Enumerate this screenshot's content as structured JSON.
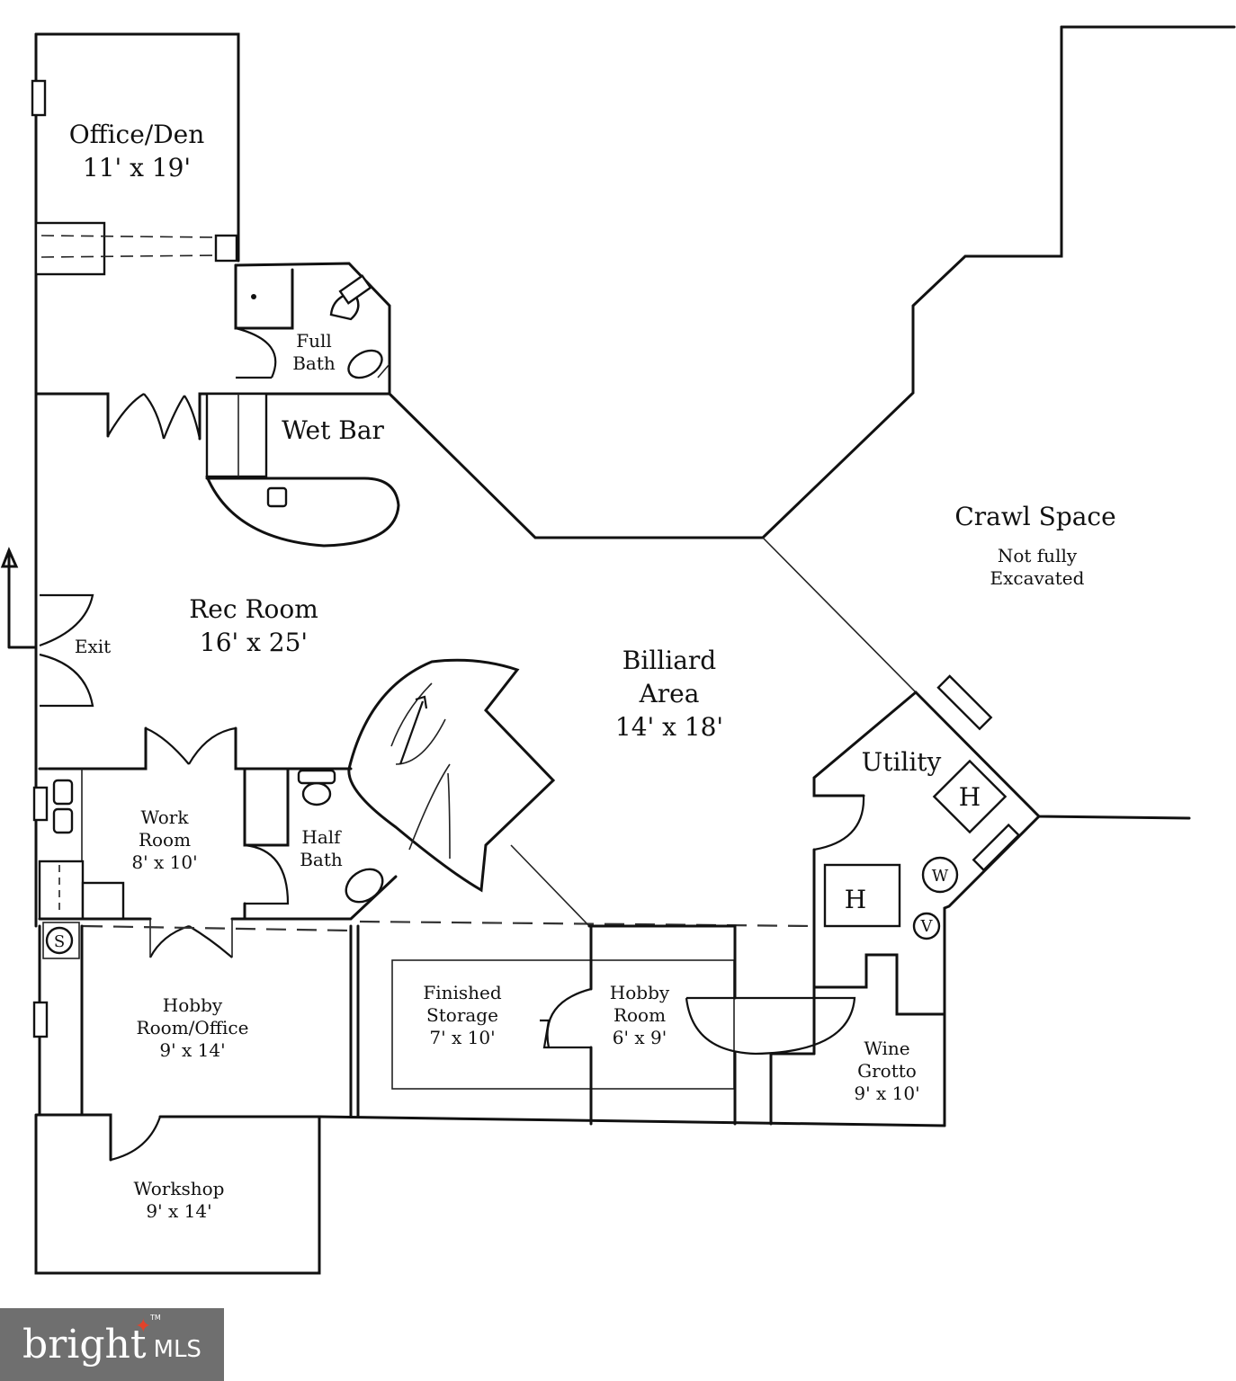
{
  "rooms": {
    "office_den": {
      "name": "Office/Den",
      "size": "11' x 19'"
    },
    "full_bath": {
      "line1": "Full",
      "line2": "Bath"
    },
    "wet_bar": {
      "name": "Wet Bar"
    },
    "crawl_space": {
      "name": "Crawl Space",
      "note1": "Not fully",
      "note2": "Excavated"
    },
    "rec_room": {
      "name": "Rec Room",
      "size": "16' x 25'"
    },
    "exit": {
      "name": "Exit"
    },
    "billiard": {
      "line1": "Billiard",
      "line2": "Area",
      "size": "14' x 18'"
    },
    "utility": {
      "name": "Utility"
    },
    "work_room": {
      "line1": "Work",
      "line2": "Room",
      "size": "8' x 10'"
    },
    "half_bath": {
      "line1": "Half",
      "line2": "Bath"
    },
    "hobby_office": {
      "line1": "Hobby",
      "line2": "Room/Office",
      "size": "9' x 14'"
    },
    "finished_storage": {
      "line1": "Finished",
      "line2": "Storage",
      "size": "7' x 10'"
    },
    "hobby_room": {
      "line1": "Hobby",
      "line2": "Room",
      "size": "6' x 9'"
    },
    "wine_grotto": {
      "line1": "Wine",
      "line2": "Grotto",
      "size": "9' x 10'"
    },
    "workshop": {
      "name": "Workshop",
      "size": "9' x 14'"
    }
  },
  "symbols": {
    "heater_1": "H",
    "heater_2": "H",
    "washer": "W",
    "valve": "V",
    "sump": "S"
  },
  "logo": {
    "word": "bright",
    "suffix": "MLS",
    "tm": "TM"
  }
}
